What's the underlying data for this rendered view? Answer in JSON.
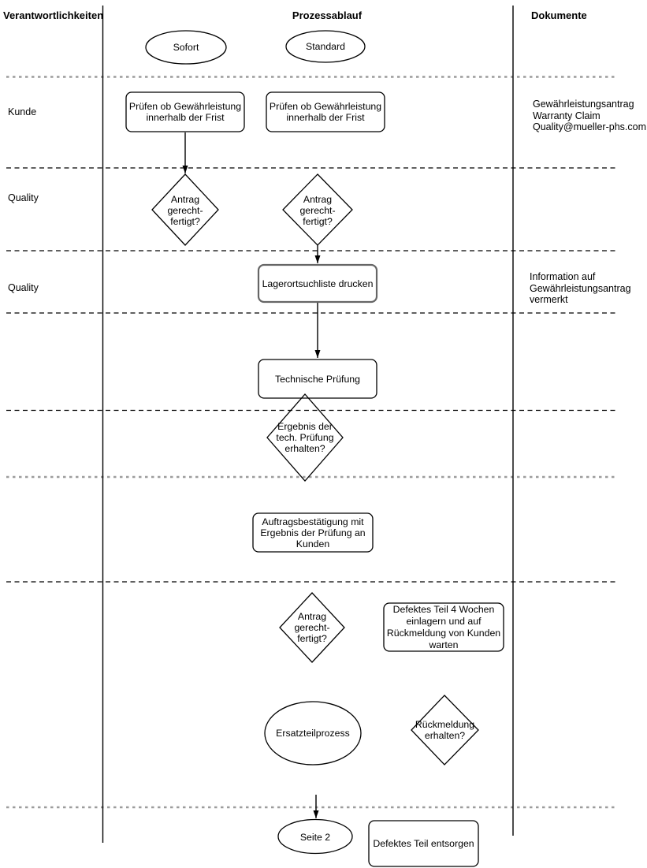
{
  "header": {
    "responsibilities": "Verantwortlichkeiten",
    "process": "Prozessablauf",
    "documents": "Dokumente"
  },
  "lanes": {
    "row1": "Kunde",
    "row2": "Quality",
    "row3": "Quality"
  },
  "flow": {
    "start_sofort": "Sofort",
    "start_standard": "Standard",
    "check_warranty_sofort": "Prüfen ob Gewährleistung\ninnerhalb der Frist",
    "check_warranty_standard": "Prüfen ob Gewährleistung\ninnerhalb der Frist",
    "decision_justified_sofort": "Antrag\ngerecht-\nfertigt?",
    "decision_justified_standard": "Antrag\ngerecht-\nfertigt?",
    "print_storage_list": "Lagerortsuchliste drucken",
    "technical_check": "Technische Prüfung",
    "decision_result_received": "Ergebnis der\ntech. Prüfung\nerhalten?",
    "order_confirmation": "Auftragsbestätigung mit\nErgebnis der Prüfung an\nKunden",
    "decision_justified_2": "Antrag\ngerecht-\nfertigt?",
    "store_defective_part": "Defektes Teil 4 Wochen\neinlagern und auf\nRückmeldung von Kunden\nwarten",
    "spare_part_process": "Ersatzteilprozess",
    "decision_feedback_received": "Rückmeldung\nerhalten?",
    "page_2": "Seite 2",
    "dispose_defective_part": "Defektes Teil entsorgen"
  },
  "documents": {
    "warranty_claim_note": "Gewährleistungsantrag\nWarranty Claim\nQuality@mueller-phs.com",
    "information_note": "Information auf\nGewährleistungsantrag\nvermerkt"
  },
  "colors": {
    "stroke": "#000000",
    "highlight_stroke": "#666666",
    "lane_separator_gray": "#9c9c9c",
    "background": "#ffffff"
  }
}
